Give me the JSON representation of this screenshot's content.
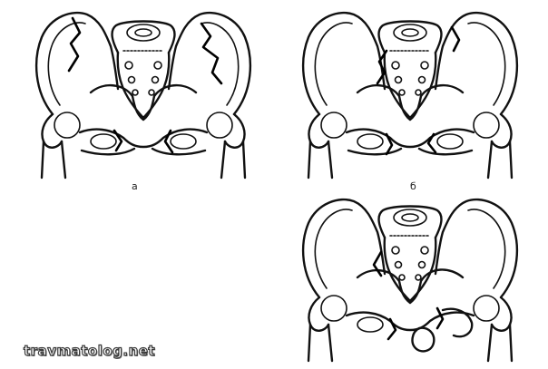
{
  "figure": {
    "panels": [
      {
        "id": "a",
        "label": "а"
      },
      {
        "id": "b",
        "label": "б"
      },
      {
        "id": "c",
        "label": ""
      }
    ],
    "watermark": "travmatolog.net"
  },
  "colors": {
    "line": "#111111",
    "background": "#ffffff"
  }
}
